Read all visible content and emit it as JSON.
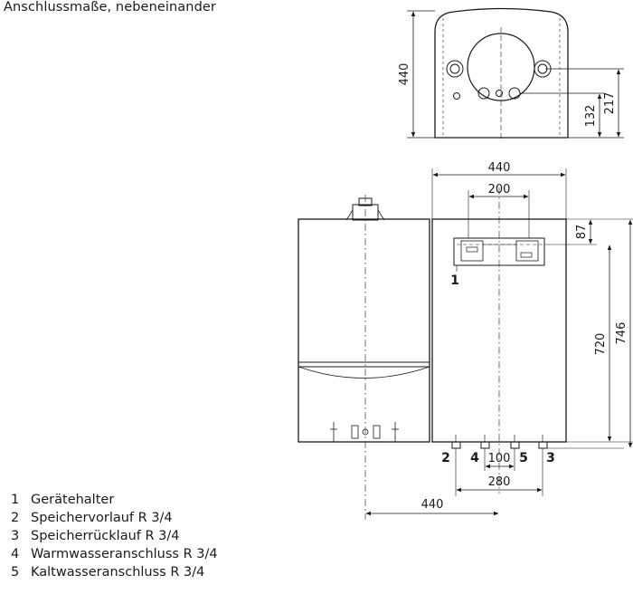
{
  "title": "Anschlussmaße, nebeneinander",
  "top_view": {
    "dim_height": "440",
    "dim_upper": "217",
    "dim_lower": "132"
  },
  "front_view": {
    "dim_width_top": "440",
    "dim_inner_top": "200",
    "dim_top_offset": "87",
    "dim_height_inner": "720",
    "dim_height_outer": "746",
    "dim_inner_bottom": "100",
    "dim_outer_bottom": "280",
    "dim_offset_bottom": "440",
    "callouts": {
      "c1": "1",
      "c2": "2",
      "c3": "3",
      "c4": "4",
      "c5": "5"
    }
  },
  "legend": [
    {
      "num": "1",
      "label": "Gerätehalter"
    },
    {
      "num": "2",
      "label": "Speichervorlauf R 3/4"
    },
    {
      "num": "3",
      "label": "Speicherrücklauf R 3/4"
    },
    {
      "num": "4",
      "label": "Warmwasseranschluss R 3/4"
    },
    {
      "num": "5",
      "label": "Kaltwasseranschluss R 3/4"
    }
  ]
}
